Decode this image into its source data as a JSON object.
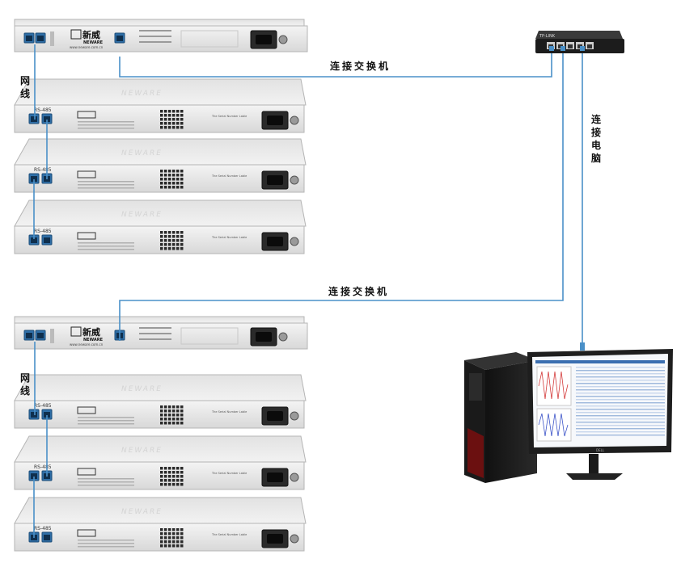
{
  "labels": {
    "switch_top": "连接交换机",
    "switch_bottom": "连接交换机",
    "network_top": "网线",
    "network_bottom": "网线",
    "computer": "连接电脑"
  },
  "racks": [
    {
      "master": {
        "brand_cn": "新威",
        "brand_en": "NEWARE",
        "url": "www.neware.com.cn"
      },
      "slaves": [
        {
          "port": "RS-485",
          "ident": "The Serial Number Lable"
        },
        {
          "port": "RS-485",
          "ident": "The Serial Number Lable"
        },
        {
          "port": "RS-485",
          "ident": "The Serial Number Lable"
        }
      ]
    },
    {
      "master": {
        "brand_cn": "新威",
        "brand_en": "NEWARE",
        "url": "www.neware.com.cn"
      },
      "slaves": [
        {
          "port": "RS-485",
          "ident": "The Serial Number Lable"
        },
        {
          "port": "RS-485",
          "ident": "The Serial Number Lable"
        },
        {
          "port": "RS-485",
          "ident": "The Serial Number Lable"
        }
      ]
    }
  ],
  "switch": {
    "brand": "TP-LINK"
  },
  "monitor": {
    "brand": "DELL"
  },
  "colors": {
    "cable": "#4a90c8",
    "device": "#e6e6e6",
    "device_edge": "#b5b5b5",
    "port": "#2f6fa8"
  }
}
